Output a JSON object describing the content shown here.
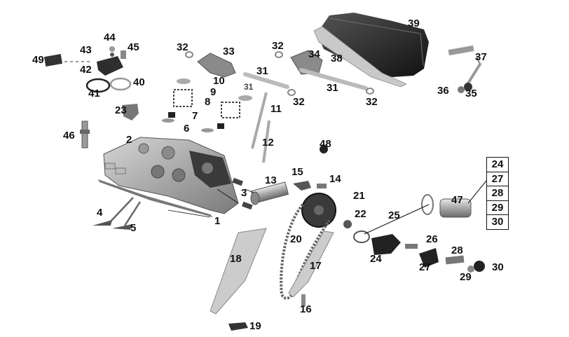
{
  "callouts": {
    "c1": "1",
    "c2": "2",
    "c3": "3",
    "c4": "4",
    "c5": "5",
    "c6": "6",
    "c7": "7",
    "c8": "8",
    "c9": "9",
    "c10": "10",
    "c11": "11",
    "c12": "12",
    "c13": "13",
    "c14": "14",
    "c15": "15",
    "c16": "16",
    "c17": "17",
    "c18": "18",
    "c19": "19",
    "c20": "20",
    "c21": "21",
    "c22": "22",
    "c23": "23",
    "c24": "24",
    "c25": "25",
    "c26": "26",
    "c27": "27",
    "c28": "28",
    "c29": "29",
    "c30": "30",
    "c31a": "31",
    "c31b": "31",
    "c31c": "31",
    "c32a": "32",
    "c32b": "32",
    "c32c": "32",
    "c32d": "32",
    "c33": "33",
    "c34": "34",
    "c35": "35",
    "c36": "36",
    "c37": "37",
    "c38": "38",
    "c39": "39",
    "c40": "40",
    "c41": "41",
    "c42": "42",
    "c43": "43",
    "c44": "44",
    "c45": "45",
    "c46": "46",
    "c47": "47",
    "c48": "48",
    "c49": "49"
  },
  "kit_box": [
    "24",
    "27",
    "28",
    "29",
    "30"
  ]
}
